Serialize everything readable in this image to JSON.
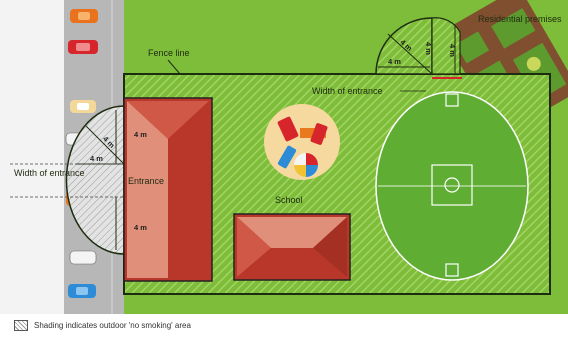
{
  "labels": {
    "fence_line": "Fence line",
    "residential_premises": "Residential premises",
    "width_of_entrance_top": "Width of entrance",
    "width_of_entrance_left": "Width of entrance",
    "entrance": "Entrance",
    "school": "School"
  },
  "dimensions": {
    "top_diag_left": "4 m",
    "top_vertical_1": "4 m",
    "top_vertical_2": "4 m",
    "top_horizontal": "4 m",
    "left_diag": "4 m",
    "left_upper_vertical": "4 m",
    "left_horizontal": "4 m",
    "left_lower_vertical": "4 m"
  },
  "legend": {
    "text": "Shading indicates outdoor 'no smoking' area"
  },
  "colors": {
    "grass": "#7ebd3a",
    "grass_hatch": "#a9d86a",
    "road": "#b7b7b7",
    "building_light": "#e0907a",
    "building_dark": "#b8372a",
    "oval_field": "#5fae33",
    "residential": "#7f4f2f"
  },
  "icons": {
    "car": "car-icon",
    "playground": "playground-icon"
  }
}
